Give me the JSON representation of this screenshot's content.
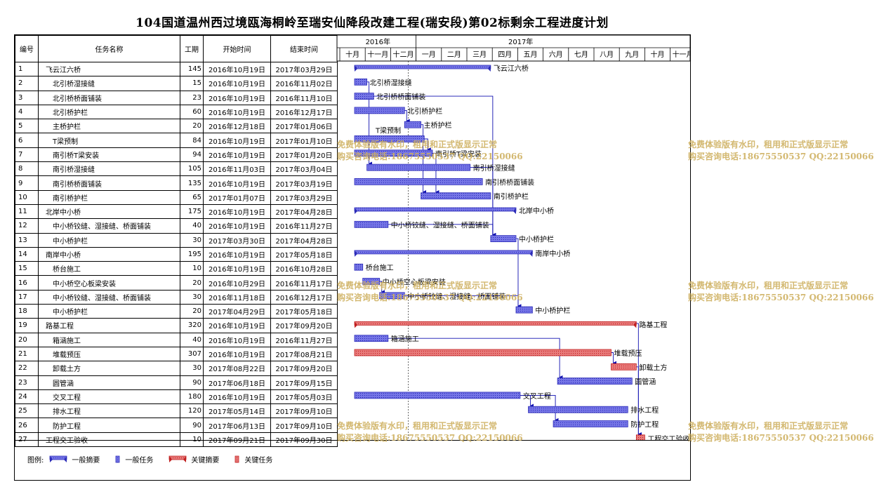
{
  "title": "104国道温州西过境瓯海桐岭至瑞安仙降段改建工程(瑞安段)第02标剩余工程进度计划",
  "columns": {
    "no": "编号",
    "name": "任务名称",
    "duration": "工期",
    "start": "开始时间",
    "end": "结束时间"
  },
  "years": [
    "2016年",
    "2017年"
  ],
  "months": [
    "十月",
    "十一月",
    "十二月",
    "一月",
    "二月",
    "三月",
    "四月",
    "五月",
    "六月",
    "七月",
    "八月",
    "九月",
    "十月",
    "十一月"
  ],
  "tasks": [
    {
      "no": "1",
      "name": "飞云江六桥",
      "indent": 0,
      "dur": "145",
      "start": "2016年10月19日",
      "end": "2017年03月29日",
      "type": "summary",
      "s": "2016-10-19",
      "e": "2017-03-29"
    },
    {
      "no": "2",
      "name": "北引桥湿接缝",
      "indent": 1,
      "dur": "15",
      "start": "2016年10月19日",
      "end": "2016年11月02日",
      "type": "task",
      "s": "2016-10-19",
      "e": "2016-11-02"
    },
    {
      "no": "3",
      "name": "北引桥桥面铺装",
      "indent": 1,
      "dur": "23",
      "start": "2016年10月19日",
      "end": "2016年11月10日",
      "type": "task",
      "s": "2016-10-19",
      "e": "2016-11-10"
    },
    {
      "no": "4",
      "name": "北引桥护栏",
      "indent": 1,
      "dur": "60",
      "start": "2016年10月19日",
      "end": "2016年12月17日",
      "type": "task",
      "s": "2016-10-19",
      "e": "2016-12-17"
    },
    {
      "no": "5",
      "name": "主桥护栏",
      "indent": 1,
      "dur": "20",
      "start": "2016年12月18日",
      "end": "2017年01月06日",
      "type": "task",
      "s": "2016-12-18",
      "e": "2017-01-06"
    },
    {
      "no": "6",
      "name": "T梁预制",
      "indent": 1,
      "dur": "84",
      "start": "2016年10月19日",
      "end": "2017年01月10日",
      "type": "task",
      "s": "2016-10-19",
      "e": "2017-01-10"
    },
    {
      "no": "7",
      "name": "南引桥T梁安装",
      "indent": 1,
      "dur": "94",
      "start": "2016年10月19日",
      "end": "2017年01月20日",
      "type": "task",
      "s": "2016-10-19",
      "e": "2017-01-20"
    },
    {
      "no": "8",
      "name": "南引桥湿接缝",
      "indent": 1,
      "dur": "105",
      "start": "2016年11月03日",
      "end": "2017年03月04日",
      "type": "task",
      "s": "2016-11-03",
      "e": "2017-03-04"
    },
    {
      "no": "9",
      "name": "南引桥桥面铺装",
      "indent": 1,
      "dur": "135",
      "start": "2016年10月19日",
      "end": "2017年03月19日",
      "type": "task",
      "s": "2016-10-19",
      "e": "2017-03-19"
    },
    {
      "no": "10",
      "name": "南引桥护栏",
      "indent": 1,
      "dur": "65",
      "start": "2017年01月07日",
      "end": "2017年03月29日",
      "type": "task",
      "s": "2017-01-07",
      "e": "2017-03-29"
    },
    {
      "no": "11",
      "name": "北岸中小桥",
      "indent": 0,
      "dur": "175",
      "start": "2016年10月19日",
      "end": "2017年04月28日",
      "type": "summary",
      "s": "2016-10-19",
      "e": "2017-04-28"
    },
    {
      "no": "12",
      "name": "中小桥铰缝、湿接缝、桥面铺装",
      "indent": 1,
      "dur": "40",
      "start": "2016年10月19日",
      "end": "2016年11月27日",
      "type": "task",
      "s": "2016-10-19",
      "e": "2016-11-27"
    },
    {
      "no": "13",
      "name": "中小桥护栏",
      "indent": 1,
      "dur": "30",
      "start": "2017年03月30日",
      "end": "2017年04月28日",
      "type": "task",
      "s": "2017-03-30",
      "e": "2017-04-28"
    },
    {
      "no": "14",
      "name": "南岸中小桥",
      "indent": 0,
      "dur": "195",
      "start": "2016年10月19日",
      "end": "2017年05月18日",
      "type": "summary",
      "s": "2016-10-19",
      "e": "2017-05-18"
    },
    {
      "no": "15",
      "name": "桥台施工",
      "indent": 1,
      "dur": "10",
      "start": "2016年10月19日",
      "end": "2016年10月28日",
      "type": "task",
      "s": "2016-10-19",
      "e": "2016-10-28"
    },
    {
      "no": "16",
      "name": "中小桥空心板梁安装",
      "indent": 1,
      "dur": "20",
      "start": "2016年10月29日",
      "end": "2016年11月17日",
      "type": "task",
      "s": "2016-10-29",
      "e": "2016-11-17"
    },
    {
      "no": "17",
      "name": "中小桥铰缝、湿接缝、桥面铺装",
      "indent": 1,
      "dur": "30",
      "start": "2016年11月18日",
      "end": "2016年12月17日",
      "type": "task",
      "s": "2016-11-18",
      "e": "2016-12-17"
    },
    {
      "no": "18",
      "name": "中小桥护栏",
      "indent": 1,
      "dur": "20",
      "start": "2017年04月29日",
      "end": "2017年05月18日",
      "type": "task",
      "s": "2017-04-29",
      "e": "2017-05-18"
    },
    {
      "no": "19",
      "name": "路基工程",
      "indent": 0,
      "dur": "320",
      "start": "2016年10月19日",
      "end": "2017年09月20日",
      "type": "crit_summary",
      "s": "2016-10-19",
      "e": "2017-09-20"
    },
    {
      "no": "20",
      "name": "箱涵施工",
      "indent": 1,
      "dur": "40",
      "start": "2016年10月19日",
      "end": "2016年11月27日",
      "type": "task",
      "s": "2016-10-19",
      "e": "2016-11-27"
    },
    {
      "no": "21",
      "name": "堆载预压",
      "indent": 1,
      "dur": "307",
      "start": "2016年10月19日",
      "end": "2017年08月21日",
      "type": "crit",
      "s": "2016-10-19",
      "e": "2017-08-21"
    },
    {
      "no": "22",
      "name": "卸载土方",
      "indent": 1,
      "dur": "30",
      "start": "2017年08月22日",
      "end": "2017年09月20日",
      "type": "crit",
      "s": "2017-08-22",
      "e": "2017-09-20"
    },
    {
      "no": "23",
      "name": "圆管涵",
      "indent": 1,
      "dur": "90",
      "start": "2017年06月18日",
      "end": "2017年09月15日",
      "type": "task",
      "s": "2017-06-18",
      "e": "2017-09-15"
    },
    {
      "no": "24",
      "name": "交叉工程",
      "indent": 1,
      "dur": "180",
      "start": "2016年10月19日",
      "end": "2017年05月03日",
      "type": "task",
      "s": "2016-10-19",
      "e": "2017-05-03"
    },
    {
      "no": "25",
      "name": "排水工程",
      "indent": 1,
      "dur": "120",
      "start": "2017年05月14日",
      "end": "2017年09月10日",
      "type": "task",
      "s": "2017-05-14",
      "e": "2017-09-10"
    },
    {
      "no": "26",
      "name": "防护工程",
      "indent": 1,
      "dur": "90",
      "start": "2017年06月13日",
      "end": "2017年09月10日",
      "type": "task",
      "s": "2017-06-13",
      "e": "2017-09-10"
    },
    {
      "no": "27",
      "name": "工程交工验收",
      "indent": 0,
      "dur": "10",
      "start": "2017年09月21日",
      "end": "2017年09月30日",
      "type": "crit",
      "s": "2017-09-21",
      "e": "2017-09-30"
    }
  ],
  "bar_labels": {
    "1": "飞云江六桥",
    "2": "北引桥湿接缝",
    "3": "北引桥桥面铺装",
    "4": "北引桥护栏",
    "5": "主桥护栏",
    "6": "T梁预制",
    "7": "南引桥T梁安装",
    "8": "南引桥湿接缝",
    "9": "南引桥桥面铺装",
    "10": "南引桥护栏",
    "11": "北岸中小桥",
    "12": "中小桥铰缝、湿接缝、桥面铺装",
    "13": "中小桥护栏",
    "14": "南岸中小桥",
    "15": "桥台施工",
    "16": "中小桥空心板梁安装",
    "17": "中小桥铰缝、湿接缝、桥面铺装",
    "18": "中小桥护栏",
    "19": "路基工程",
    "20": "箱涵施工",
    "21": "堆载预压",
    "22": "卸载土方",
    "23": "圆管涵",
    "24": "交叉工程",
    "25": "排水工程",
    "26": "防护工程",
    "27": "工程交工验收"
  },
  "links": [
    [
      2,
      8
    ],
    [
      3,
      13
    ],
    [
      4,
      5
    ],
    [
      5,
      10
    ],
    [
      6,
      7
    ],
    [
      7,
      10
    ],
    [
      8,
      13
    ],
    [
      12,
      13
    ],
    [
      13,
      18
    ],
    [
      16,
      17
    ],
    [
      17,
      18
    ],
    [
      21,
      22
    ],
    [
      22,
      27
    ],
    [
      20,
      23
    ],
    [
      24,
      25
    ],
    [
      24,
      26
    ],
    [
      19,
      27
    ]
  ],
  "legend": {
    "label": "图例:",
    "items": [
      {
        "text": "一般摘要",
        "type": "summary"
      },
      {
        "text": "一般任务",
        "type": "task"
      },
      {
        "text": "关键摘要",
        "type": "crit_summary"
      },
      {
        "text": "关键任务",
        "type": "crit"
      }
    ]
  },
  "watermark": {
    "line1": "免费体验版有水印，租用和正式版显示正常",
    "line2": "购买咨询电话:18675550537 QQ:22150066"
  },
  "colors": {
    "task": "#4040d0",
    "task_fill": "#6b6be0",
    "crit": "#d03030",
    "crit_fill": "#e06868",
    "link": "#1010b0",
    "watermark": "#ceb060"
  }
}
